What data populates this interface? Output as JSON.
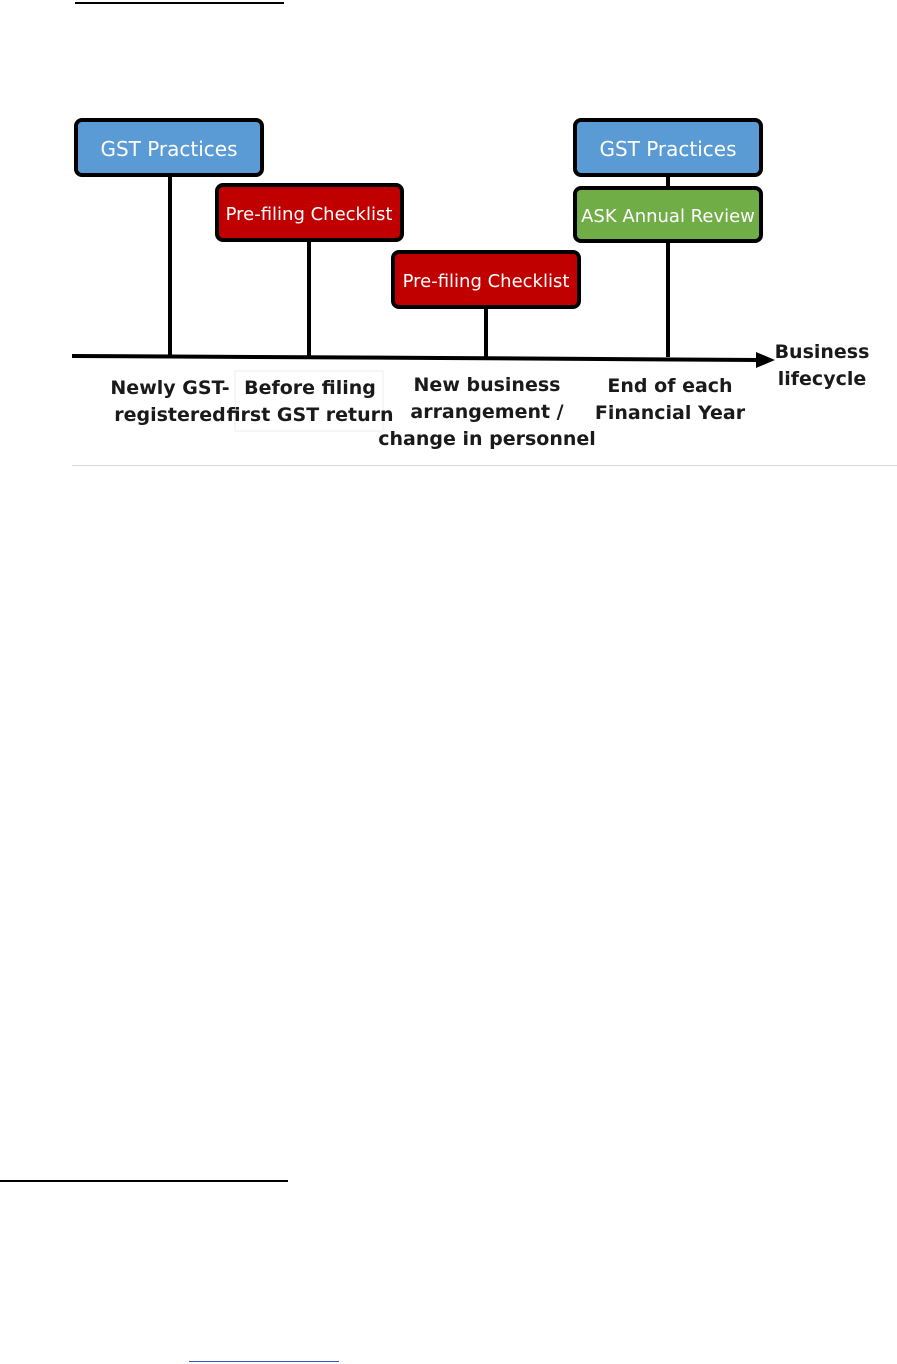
{
  "diagram": {
    "colors": {
      "gst_practices": "#5b9bd5",
      "pre_filing": "#c00000",
      "annual_review": "#70ad47",
      "line": "#000000"
    },
    "boxes": {
      "gst_practices_1": "GST Practices",
      "pre_filing_1": "Pre-filing Checklist",
      "pre_filing_2": "Pre-filing Checklist",
      "gst_practices_2": "GST Practices",
      "annual_review": "ASK Annual Review"
    },
    "milestones": {
      "m1_line1": "Newly GST-",
      "m1_line2": "registered",
      "m2_line1": "Before filing",
      "m2_line2": "first GST return",
      "m3_line1": "New business",
      "m3_line2": "arrangement /",
      "m3_line3": "change in personnel",
      "m4_line1": "End of each",
      "m4_line2": "Financial Year"
    },
    "axis": {
      "line1": "Business",
      "line2": "lifecycle"
    }
  }
}
